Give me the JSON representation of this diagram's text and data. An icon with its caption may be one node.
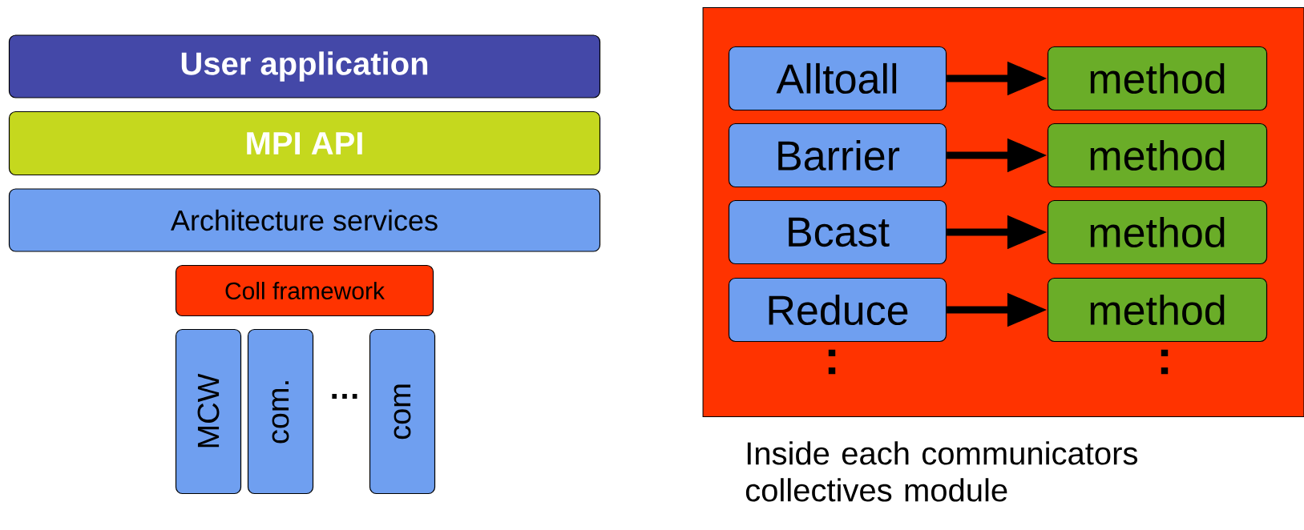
{
  "diagram": {
    "caption": "Inside each communicators collectives module",
    "nodes": [
      {
        "text": [
          "User application"
        ]
      },
      {
        "text": [
          "MPI API"
        ]
      },
      {
        "text": [
          "Architecture services"
        ]
      },
      {
        "text": [
          "Coll framework"
        ]
      },
      {
        "text": [
          "MCW"
        ]
      },
      {
        "text": [
          "com."
        ]
      },
      {
        "text": [
          "com"
        ]
      },
      {
        "text": [],
        "shape": "box"
      },
      {
        "text": [
          "Alltoall"
        ],
        "in": 7
      },
      {
        "text": [
          "method"
        ],
        "in": 7
      },
      {
        "text": [
          "Barrier"
        ],
        "in": 7
      },
      {
        "text": [
          "method"
        ],
        "in": 7
      },
      {
        "text": [
          "Bcast"
        ],
        "in": 7
      },
      {
        "text": [
          "method"
        ],
        "in": 7
      },
      {
        "text": [
          "Reduce"
        ],
        "in": 7
      },
      {
        "text": [
          "method"
        ],
        "in": 7
      }
    ],
    "edges": [
      {
        "from": 8,
        "to": 9,
        "arrow": "to"
      },
      {
        "from": 10,
        "to": 11,
        "arrow": "to"
      },
      {
        "from": 12,
        "to": 13,
        "arrow": "to"
      },
      {
        "from": 14,
        "to": 15,
        "arrow": "to"
      }
    ],
    "labels": [
      "…",
      ":",
      ":"
    ]
  }
}
